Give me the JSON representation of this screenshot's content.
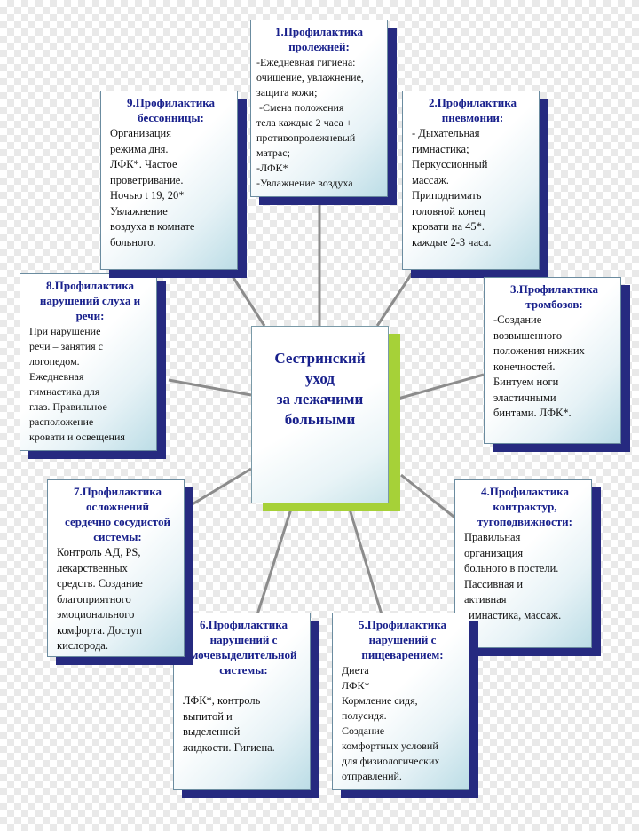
{
  "center": {
    "lines": [
      "Сестринский",
      "уход",
      "за лежачими",
      "больными"
    ]
  },
  "boxes": [
    {
      "id": "b1",
      "title": [
        "1.Профилактика",
        "пролежней:"
      ],
      "lines": [
        "-Ежедневная гигиена:",
        "очищение, увлажнение,",
        "защита кожи;",
        " -Смена положения",
        "тела каждые 2 часа +",
        "противопролежневый",
        "матрас;",
        "-ЛФК*",
        "-Увлажнение воздуха"
      ]
    },
    {
      "id": "b2",
      "title": [
        "2.Профилактика",
        "пневмонии:"
      ],
      "lines": [
        "- Дыхательная",
        "гимнастика;",
        "Перкуссионный",
        "массаж.",
        "Приподнимать",
        "головной конец",
        "кровати на 45*.",
        "каждые 2-3 часа."
      ]
    },
    {
      "id": "b3",
      "title": [
        "3.Профилактика",
        "тромбозов:"
      ],
      "lines": [
        "-Создание",
        "возвышенного",
        "положения нижних",
        "конечностей.",
        "Бинтуем ноги",
        "эластичными",
        "бинтами. ЛФК*."
      ]
    },
    {
      "id": "b4",
      "title": [
        "4.Профилактика",
        "контрактур,",
        "тугоподвижности:"
      ],
      "lines": [
        "Правильная",
        "организация",
        "больного в постели.",
        "Пассивная и",
        "активная",
        "гимнастика, массаж."
      ]
    },
    {
      "id": "b5",
      "title": [
        "5.Профилактика",
        "нарушений с",
        "пищеварением:"
      ],
      "lines": [
        "Диета",
        "ЛФК*",
        "Кормление сидя,",
        "полусидя.",
        "Создание",
        "комфортных условий",
        "для физиологических",
        "отправлений."
      ]
    },
    {
      "id": "b6",
      "title": [
        "6.Профилактика",
        "нарушений с",
        "мочевыделительной",
        "системы:"
      ],
      "lines": [
        "",
        "ЛФК*, контроль",
        "выпитой и",
        "выделенной",
        "жидкости. Гигиена."
      ]
    },
    {
      "id": "b7",
      "title": [
        "7.Профилактика",
        "осложнений",
        "сердечно сосудистой",
        "системы:"
      ],
      "lines": [
        "Контроль АД, PS,",
        "лекарственных",
        "средств. Создание",
        "благоприятного",
        "эмоционального",
        "комфорта. Доступ",
        "кислорода."
      ]
    },
    {
      "id": "b8",
      "title": [
        "8.Профилактика",
        "нарушений слуха и",
        "речи:"
      ],
      "lines": [
        "При нарушение",
        "речи – занятия с",
        "логопедом.",
        "Ежедневная",
        "гимнастика для",
        "глаз. Правильное",
        "расположение",
        "кровати и освещения"
      ]
    },
    {
      "id": "b9",
      "title": [
        "9.Профилактика",
        "бессонницы:"
      ],
      "lines": [
        "Организация",
        "режима дня.",
        "ЛФК*. Частое",
        "проветривание.",
        "Ночью t 19, 20*",
        "Увлажнение",
        "воздуха в комнате",
        "больного."
      ]
    }
  ],
  "colors": {
    "title": "#18208c",
    "shadow": "#262a80",
    "center_shadow": "#a6d138",
    "connector": "#8c8c8c"
  }
}
